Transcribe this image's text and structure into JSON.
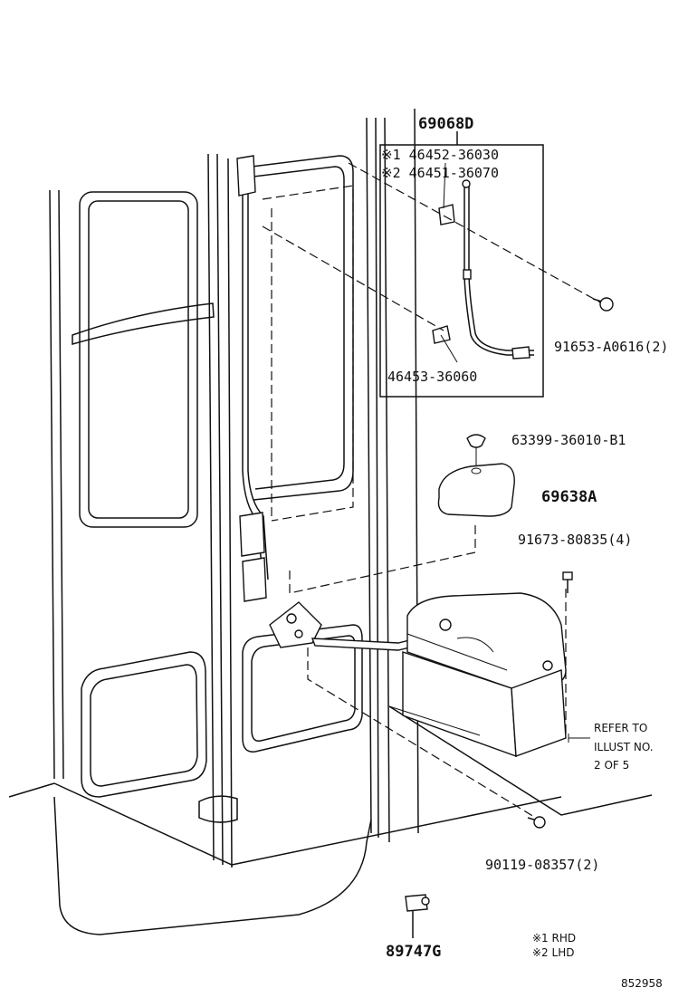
{
  "callouts": {
    "top_assembly": "69068D",
    "rhd_cable": "※1 46452-36030",
    "lhd_cable": "※2 46451-36070",
    "clip": "46453-36060",
    "bolt_top": "91653-A0616(2)",
    "cap": "63399-36010-B1",
    "cover": "69638A",
    "bolt_cover": "91673-80835(4)",
    "refer_line1": "REFER TO",
    "refer_line2": "ILLUST NO.",
    "refer_line3": "2 OF 5",
    "bolt_bottom": "90119-08357(2)",
    "bottom_part": "89747G"
  },
  "legend": {
    "rhd": "※1 RHD",
    "lhd": "※2 LHD"
  },
  "illustration_number": "852958"
}
